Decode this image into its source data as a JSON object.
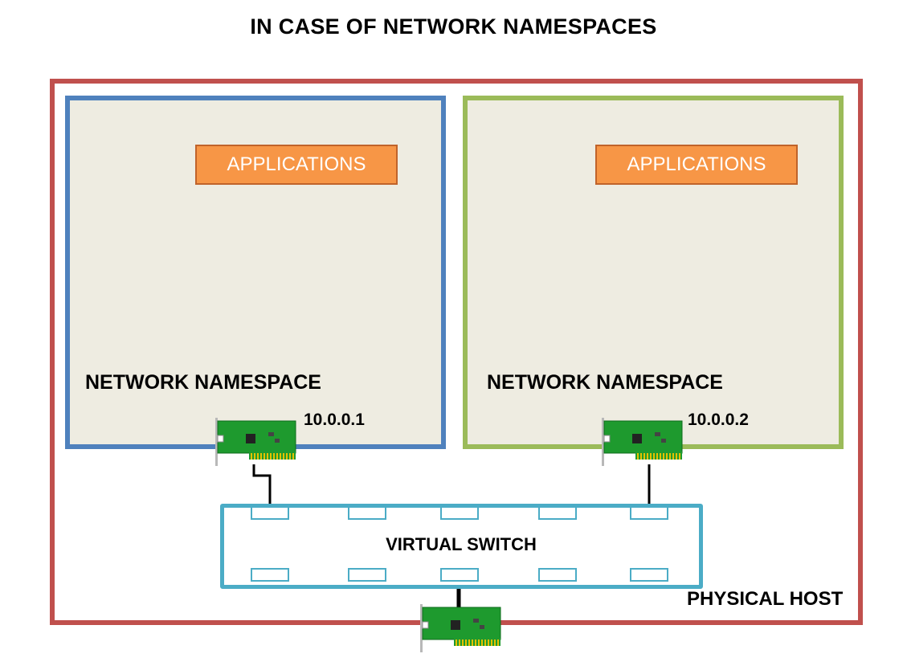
{
  "title": "IN CASE OF NETWORK NAMESPACES",
  "host": {
    "label": "PHYSICAL HOST",
    "border_color": "#c0504d"
  },
  "namespaces": [
    {
      "label": "NETWORK NAMESPACE",
      "app_label": "APPLICATIONS",
      "ip": "10.0.0.1",
      "border_color": "#4f81bd"
    },
    {
      "label": "NETWORK NAMESPACE",
      "app_label": "APPLICATIONS",
      "ip": "10.0.0.2",
      "border_color": "#9bbb59"
    }
  ],
  "switch": {
    "label": "VIRTUAL SWITCH",
    "border_color": "#4bacc6"
  },
  "colors": {
    "namespace_fill": "#eeece1",
    "applications_fill": "#f79646",
    "nic_green": "#1e9a2e"
  },
  "icons": [
    "network-card-icon"
  ]
}
